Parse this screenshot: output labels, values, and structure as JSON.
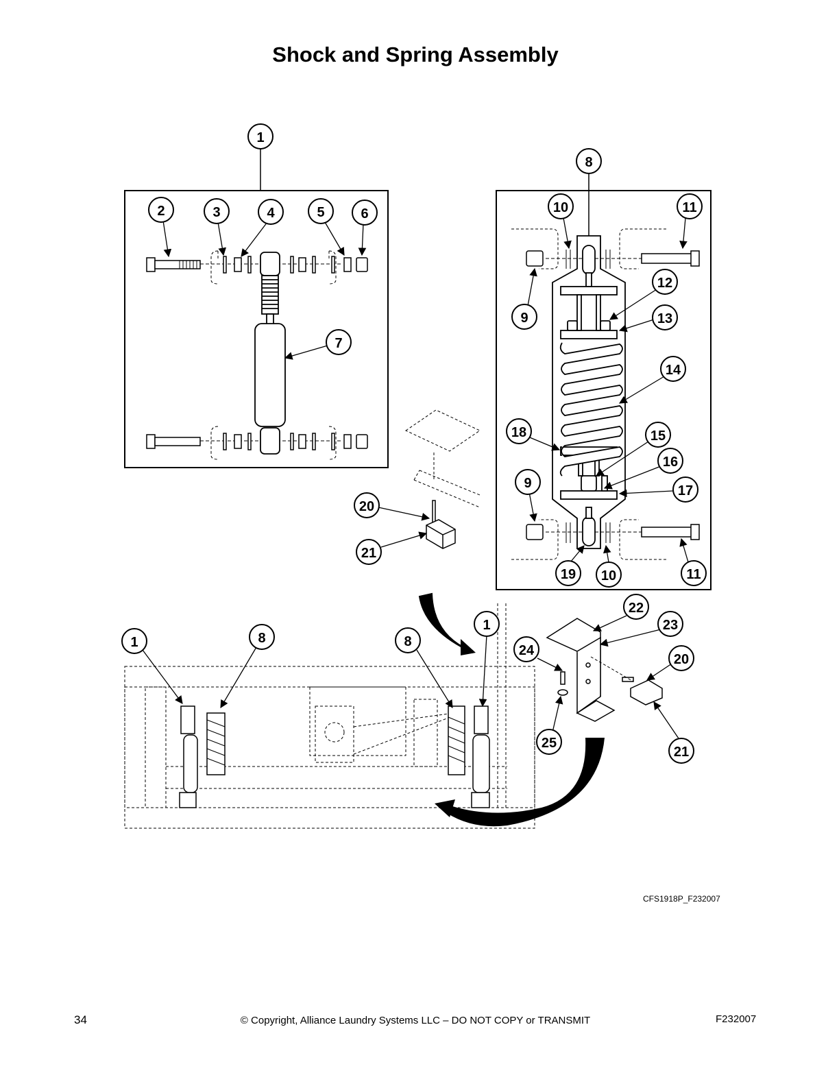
{
  "page": {
    "title": "Shock and Spring Assembly",
    "figure_code": "CFS1918P_F232007",
    "page_number": "34",
    "copyright": "© Copyright, Alliance Laundry Systems LLC – DO NOT COPY or TRANSMIT",
    "doc_id": "F232007"
  },
  "callouts": {
    "top_left": [
      "1",
      "2",
      "3",
      "4",
      "5",
      "6",
      "7"
    ],
    "top_right": [
      "8",
      "10",
      "11",
      "12",
      "9",
      "13",
      "14",
      "18",
      "15",
      "16",
      "9",
      "17",
      "19",
      "10",
      "11"
    ],
    "middle": [
      "20",
      "21"
    ],
    "bottom": [
      "1",
      "8",
      "8",
      "1",
      "22",
      "23",
      "24",
      "20",
      "25",
      "21"
    ]
  }
}
